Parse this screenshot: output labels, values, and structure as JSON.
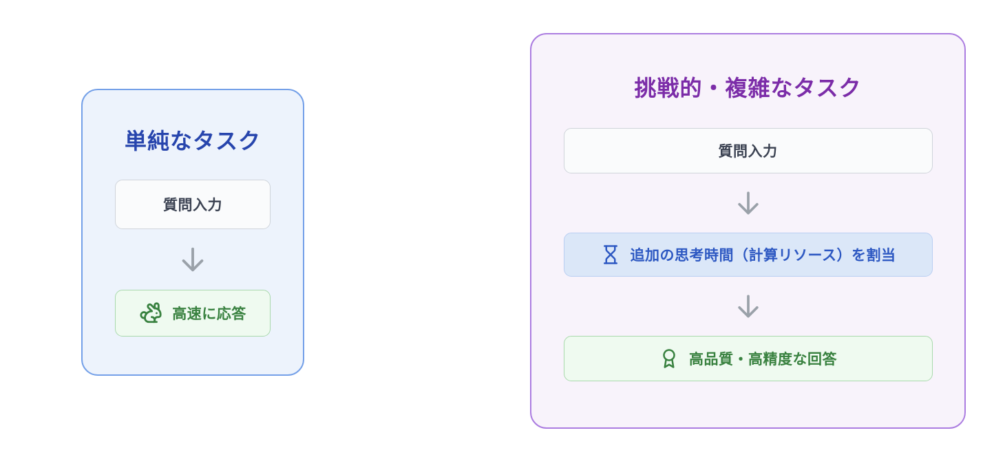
{
  "colors": {
    "page-bg": "#ffffff",
    "simple-bg": "#edf3fc",
    "simple-border": "#74a0e8",
    "simple-title": "#2745ad",
    "complex-bg": "#f8f3fb",
    "complex-border": "#ab7ce0",
    "complex-title": "#7b2ca8",
    "input-bg": "#fafbfc",
    "input-border": "#cfd4da",
    "input-text": "#3b4252",
    "think-bg": "#dbe7f8",
    "think-border": "#b9cef2",
    "think-text": "#2d58c2",
    "result-bg": "#effaf0",
    "result-border": "#a9d9ac",
    "result-text": "#38813f",
    "arrow": "#9aa1a9"
  },
  "icons": {
    "arrow": "down-arrow-icon",
    "rabbit": "rabbit-icon",
    "hourglass": "hourglass-icon",
    "award": "award-icon"
  },
  "panels": {
    "simple": {
      "title": "単純なタスク",
      "input_label": "質問入力",
      "result_label": "高速に応答"
    },
    "complex": {
      "title": "挑戦的・複雑なタスク",
      "input_label": "質問入力",
      "thinking_label": "追加の思考時間（計算リソース）を割当",
      "result_label": "高品質・高精度な回答"
    }
  }
}
